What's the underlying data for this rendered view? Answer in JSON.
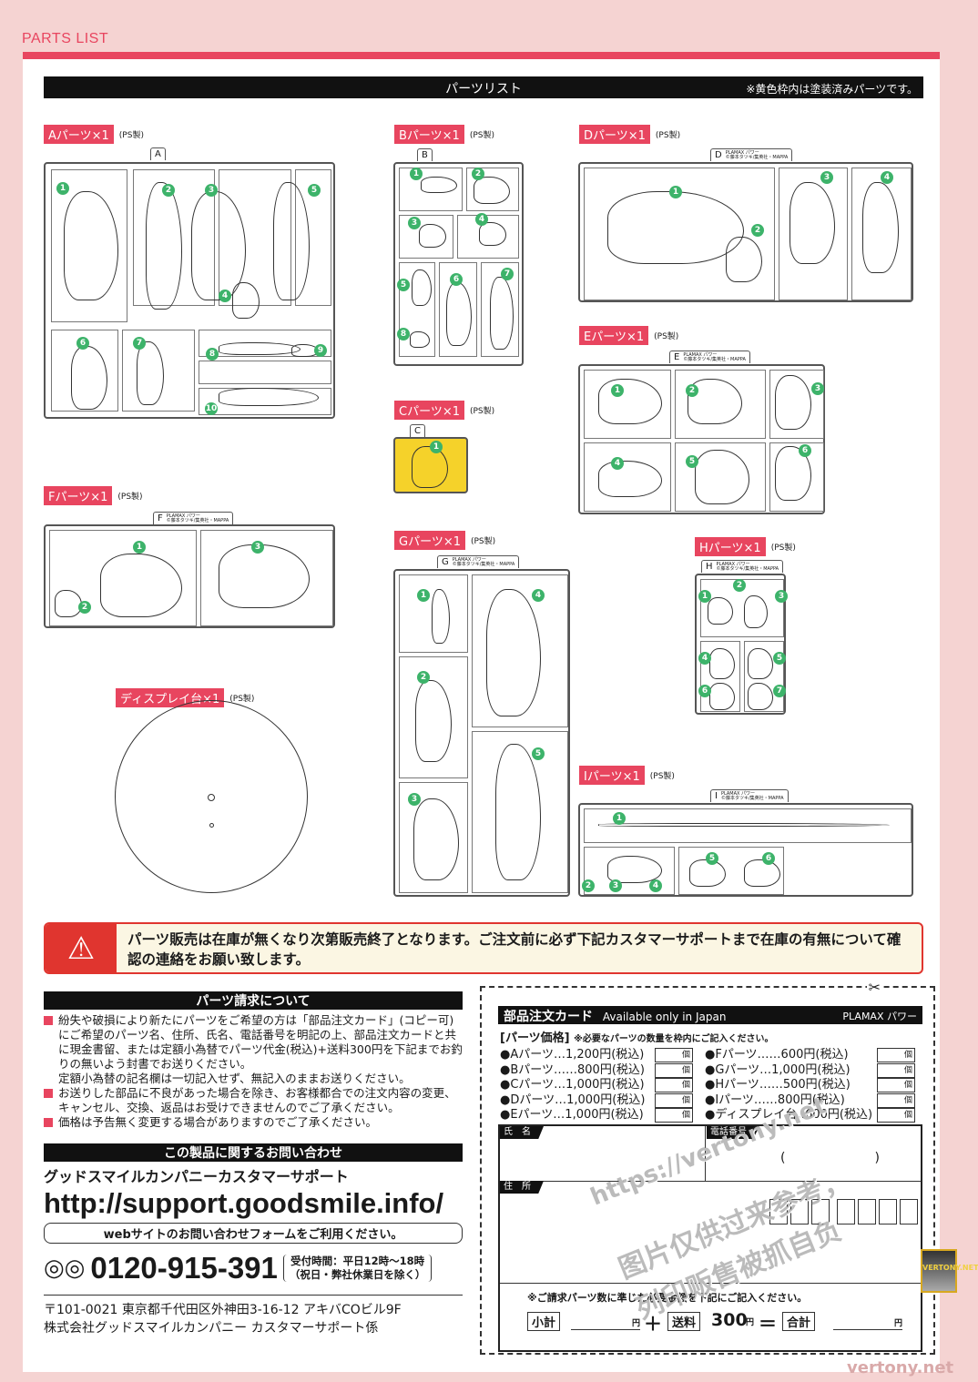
{
  "page": {
    "title": "PARTS LIST"
  },
  "header": {
    "title": "パーツリスト",
    "note": "※黄色枠内は塗装済みパーツです。"
  },
  "runner_tag_text": {
    "brand": "PLAMAX パワー",
    "copyright": "©藤本タツキ/集英社・MAPPA"
  },
  "runners": [
    {
      "id": "A",
      "label": "Aパーツ×1",
      "material": "(PS製)",
      "parts": [
        "1",
        "2",
        "3",
        "4",
        "5",
        "6",
        "7",
        "8",
        "9",
        "10"
      ]
    },
    {
      "id": "B",
      "label": "Bパーツ×1",
      "material": "(PS製)",
      "parts": [
        "1",
        "2",
        "3",
        "4",
        "5",
        "6",
        "7",
        "8"
      ]
    },
    {
      "id": "C",
      "label": "Cパーツ×1",
      "material": "(PS製)",
      "parts": [
        "1"
      ]
    },
    {
      "id": "D",
      "label": "Dパーツ×1",
      "material": "(PS製)",
      "parts": [
        "1",
        "2",
        "3",
        "4"
      ]
    },
    {
      "id": "E",
      "label": "Eパーツ×1",
      "material": "(PS製)",
      "parts": [
        "1",
        "2",
        "3",
        "4",
        "5",
        "6"
      ]
    },
    {
      "id": "F",
      "label": "Fパーツ×1",
      "material": "(PS製)",
      "parts": [
        "1",
        "2",
        "3"
      ]
    },
    {
      "id": "G",
      "label": "Gパーツ×1",
      "material": "(PS製)",
      "parts": [
        "1",
        "2",
        "3",
        "4",
        "5"
      ]
    },
    {
      "id": "H",
      "label": "Hパーツ×1",
      "material": "(PS製)",
      "parts": [
        "1",
        "2",
        "3",
        "4",
        "5",
        "6",
        "7"
      ]
    },
    {
      "id": "I",
      "label": "Iパーツ×1",
      "material": "(PS製)",
      "parts": [
        "1",
        "2",
        "3",
        "4",
        "5",
        "6"
      ]
    }
  ],
  "display_base": {
    "label": "ディスプレイ台×1",
    "material": "(PS製)"
  },
  "colors": {
    "accent": "#e8455f",
    "badge": "#3db36a",
    "painted": "#f5d22a",
    "warning": "#e0352f"
  },
  "warning": {
    "icon": "warning-triangle-icon",
    "text": "パーツ販売は在庫が無くなり次第販売終了となります。ご注文前に必ず下記カスタマーサポートまで在庫の有無について確認の連絡をお願い致します。"
  },
  "request": {
    "title": "パーツ請求について",
    "items": [
      "紛失や破損により新たにパーツをご希望の方は「部品注文カード」(コピー可)にご希望のパーツ名、住所、氏名、電話番号を明記の上、部品注文カードと共に現金書留、または定額小為替でパーツ代金(税込)+送料300円を下記までお釣りの無いよう封書でお送りください。",
      "定額小為替の記名欄は一切記入せず、無記入のままお送りください。",
      "お送りした部品に不良があった場合を除き、お客様都合での注文内容の変更、キャンセル、交換、返品はお受けできませんのでご了承ください。",
      "価格は予告無く変更する場合がありますのでご了承ください。"
    ]
  },
  "contact": {
    "title": "この製品に関するお問い合わせ",
    "company_support": "グッドスマイルカンパニーカスタマーサポート",
    "url": "http://support.goodsmile.info/",
    "web_note": "webサイトのお問い合わせフォームをご利用ください。",
    "phone": "0120-915-391",
    "hours_line1": "受付時間：平日12時～18時",
    "hours_line2": "（祝日・弊社休業日を除く）",
    "address_line1": "〒101-0021 東京都千代田区外神田3-16-12 アキバCOビル9F",
    "address_line2": "株式会社グッドスマイルカンパニー カスタマーサポート係"
  },
  "order_card": {
    "title": "部品注文カード",
    "subtitle": "Available only in Japan",
    "product": "PLAMAX パワー",
    "price_title": "[パーツ価格]",
    "price_note": "※必要なパーツの数量を枠内にご記入ください。",
    "unit": "個",
    "prices": [
      {
        "name": "●Aパーツ…1,200円(税込)"
      },
      {
        "name": "●Bパーツ……800円(税込)"
      },
      {
        "name": "●Cパーツ…1,000円(税込)"
      },
      {
        "name": "●Dパーツ…1,000円(税込)"
      },
      {
        "name": "●Eパーツ…1,000円(税込)"
      },
      {
        "name": "●Fパーツ……600円(税込)"
      },
      {
        "name": "●Gパーツ…1,000円(税込)"
      },
      {
        "name": "●Hパーツ……500円(税込)"
      },
      {
        "name": "●Iパーツ……800円(税込)"
      },
      {
        "name": "●ディスプレイ台‥600円(税込)"
      }
    ],
    "name_label": "氏　名",
    "phone_label": "電話番号",
    "phone_paren": "(　　　　　　　)",
    "address_label": "住　所",
    "amount_note": "※ご請求パーツ数に準じた必要金額を下記にご記入ください。",
    "subtotal_label": "小計",
    "yen": "円",
    "plus": "＋",
    "shipping_label": "送料",
    "shipping_value": "300",
    "equals": "＝",
    "total_label": "合計"
  },
  "watermark": {
    "url": "https://vertony.net",
    "line1": "图片仅供过来参考，",
    "line2": "列印贩售被抓自负",
    "badge": "VERTONY.NET",
    "footer": "vertony.net"
  }
}
